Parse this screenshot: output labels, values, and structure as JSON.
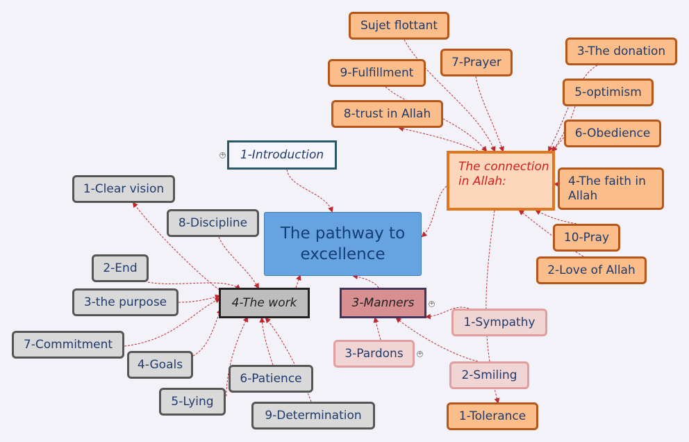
{
  "nodes": {
    "root": "The pathway to excellence",
    "introduction": "1-Introduction",
    "work": "4-The work",
    "manners": "3-Manners",
    "connection": "The connection in Allah:",
    "clear_vision": "1-Clear vision",
    "discipline": "8-Discipline",
    "end": "2-End",
    "purpose": "3-the purpose",
    "commitment": "7-Commitment",
    "goals": "4-Goals",
    "lying": "5-Lying",
    "patience": "6-Patience",
    "determination": "9-Determination",
    "sympathy": "1-Sympathy",
    "pardons": "3-Pardons",
    "smiling": "2-Smiling",
    "tolerance": "1-Tolerance",
    "sujet": "Sujet flottant",
    "prayer": "7-Prayer",
    "fulfillment": "9-Fulfillment",
    "trust": "8-trust in Allah",
    "donation": "3-The donation",
    "optimism": "5-optimism",
    "obedience": "6-Obedience",
    "faith": "4-The faith in Allah",
    "pray": "10-Pray",
    "love": "2-Love of Allah"
  },
  "expander_symbol": "+",
  "colors": {
    "background": "#f3f2f8",
    "root_fill": "#66a3e0",
    "orange_fill": "#fbbd8a",
    "gray_fill": "#d9d9d9",
    "pink_fill": "#f1d4d4",
    "connector": "#c0282d",
    "connection_text": "#d01f1f"
  }
}
